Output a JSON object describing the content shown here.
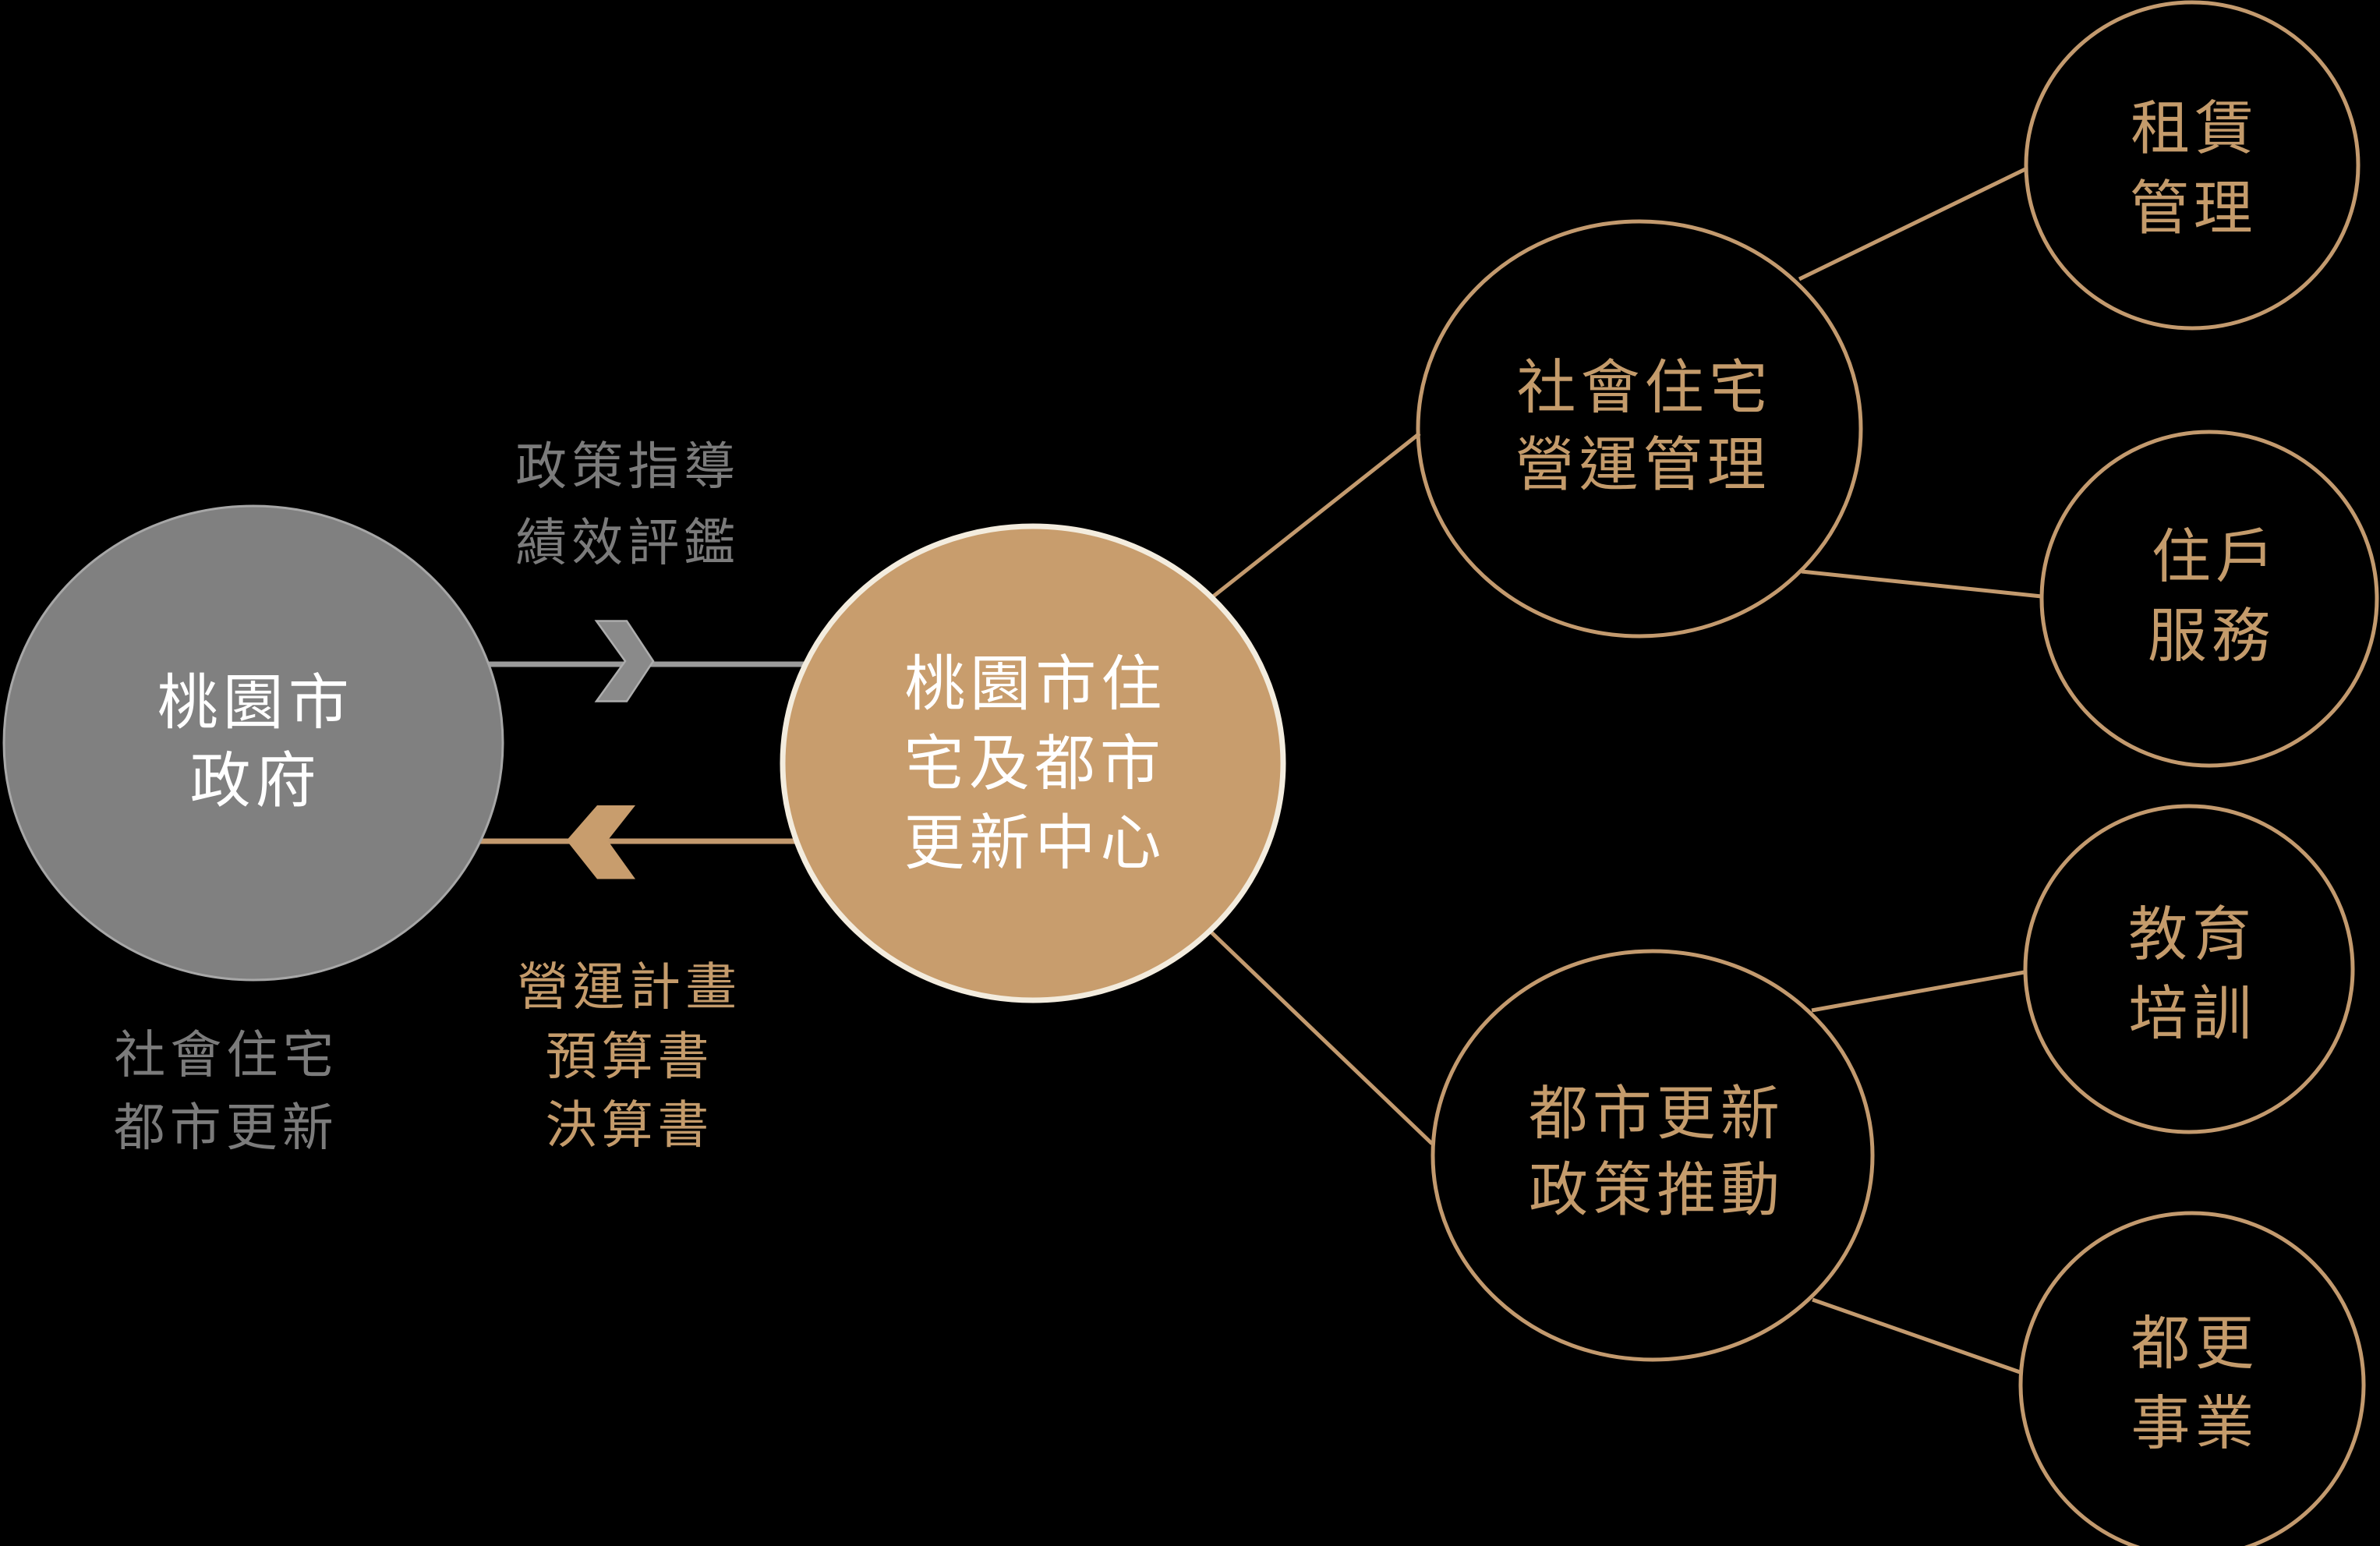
{
  "colors": {
    "background": "#000000",
    "gray_fill": "#808080",
    "gray_border": "#A7A7A7",
    "gray_line": "#9B9B9B",
    "gray_text": "#7B7B7B",
    "tan_fill": "#C89D6D",
    "tan_line": "#C39A6E",
    "tan_text": "#C49B6B",
    "cream_border": "#F3ECDE",
    "white_text": "#FFFFFF"
  },
  "diagram": {
    "gov": {
      "label": "桃園市\n政府",
      "sublabel": "社會住宅\n都市更新"
    },
    "center": {
      "label": "桃園市住\n宅及都市\n更新中心"
    },
    "arrows": {
      "forward": {
        "label": "政策指導\n績效評鑑"
      },
      "back": {
        "label": "營運計畫\n預算書\n決算書"
      }
    },
    "branches": [
      {
        "label": "社會住宅\n營運管理",
        "children": [
          {
            "label": "租賃\n管理"
          },
          {
            "label": "住戶\n服務"
          }
        ]
      },
      {
        "label": "都市更新\n政策推動",
        "children": [
          {
            "label": "教育\n培訓"
          },
          {
            "label": "都更\n事業"
          }
        ]
      }
    ]
  }
}
